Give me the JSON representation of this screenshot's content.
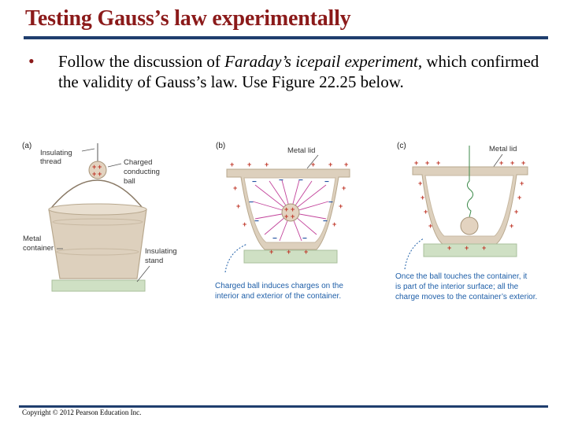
{
  "slide": {
    "title": "Testing Gauss’s law experimentally",
    "bullet": {
      "marker": "•",
      "text_before": "Follow the discussion of ",
      "text_italic": "Faraday’s icepail experiment",
      "text_after": ", which confirmed the validity of Gauss’s law. Use Figure 22.25 below."
    },
    "copyright": "Copyright © 2012 Pearson Education Inc."
  },
  "figure": {
    "panel_a": {
      "letter": "(a)",
      "label_insulating_thread_1": "Insulating",
      "label_insulating_thread_2": "thread",
      "label_charged_ball_1": "Charged",
      "label_charged_ball_2": "conducting",
      "label_charged_ball_3": "ball",
      "label_metal_container_1": "Metal",
      "label_metal_container_2": "container",
      "label_insulating_stand_1": "Insulating",
      "label_insulating_stand_2": "stand"
    },
    "panel_b": {
      "letter": "(b)",
      "label_metal_lid": "Metal lid",
      "caption_1": "Charged ball induces charges on the",
      "caption_2": "interior and exterior of the container."
    },
    "panel_c": {
      "letter": "(c)",
      "label_metal_lid": "Metal lid",
      "caption_1": "Once the ball touches the container, it",
      "caption_2": "is part of the interior surface; all the",
      "caption_3": "charge moves to the container’s exterior."
    },
    "signs": {
      "plus": "+",
      "minus": "−"
    },
    "colors": {
      "container": "#ddd0bd",
      "container_edge": "#b8a88e",
      "stand": "#cfe0c4",
      "field_lines": "#c2429a",
      "plus": "#c0392b",
      "minus": "#1f4fa0",
      "caption": "#1f5fa8",
      "title": "#8b1a1a",
      "rule": "#1f3e6e"
    }
  }
}
